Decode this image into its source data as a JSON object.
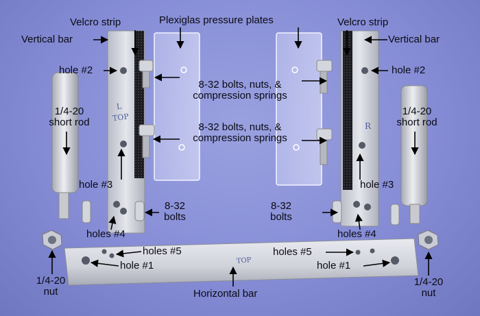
{
  "labels": {
    "velcro_left": "Velcro strip",
    "plexi": "Plexiglas pressure plates",
    "velcro_right": "Velcro strip",
    "vbar_left": "Vertical bar",
    "vbar_right": "Vertical bar",
    "hole2_left": "hole #2",
    "hole2_right": "hole #2",
    "bolts_top_line1": "8-32 bolts, nuts, &",
    "bolts_top_line2": "compression springs",
    "bolts_mid_line1": "8-32 bolts, nuts, &",
    "bolts_mid_line2": "compression springs",
    "rod_left_line1": "1/4-20",
    "rod_left_line2": "short rod",
    "rod_right_line1": "1/4-20",
    "rod_right_line2": "short rod",
    "hole3_left": "hole #3",
    "hole3_right": "hole #3",
    "bolts832_left_line1": "8-32",
    "bolts832_left_line2": "bolts",
    "bolts832_right_line1": "8-32",
    "bolts832_right_line2": "bolts",
    "holes4_left": "holes #4",
    "holes4_right": "holes #4",
    "holes5_left": "holes #5",
    "holes5_right": "holes #5",
    "hole1_left": "hole #1",
    "hole1_right": "hole #1",
    "nut_left_line1": "1/4-20",
    "nut_left_line2": "nut",
    "nut_right_line1": "1/4-20",
    "nut_right_line2": "nut",
    "horizontal_bar": "Horizontal bar"
  },
  "handwriting": {
    "left_bar": "L\nTOP",
    "right_bar": "R",
    "horizontal_bar": "TOP"
  }
}
